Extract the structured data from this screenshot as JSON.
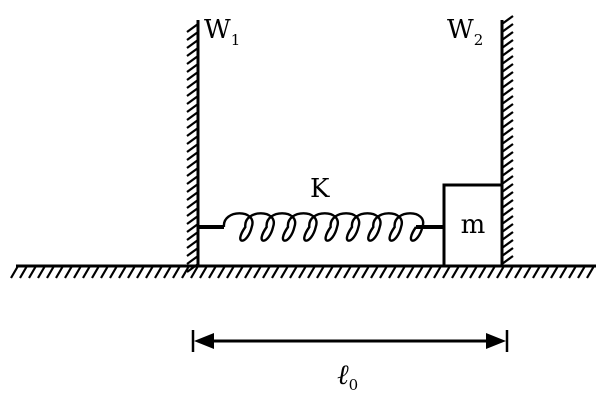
{
  "walls": {
    "left": {
      "label": "W",
      "subscript": "1"
    },
    "right": {
      "label": "W",
      "subscript": "2"
    }
  },
  "spring": {
    "label": "K",
    "coils": 9
  },
  "mass": {
    "label": "m"
  },
  "length": {
    "label": "ℓ",
    "subscript": "0"
  },
  "colors": {
    "ink": "#000000",
    "background": "#ffffff"
  }
}
